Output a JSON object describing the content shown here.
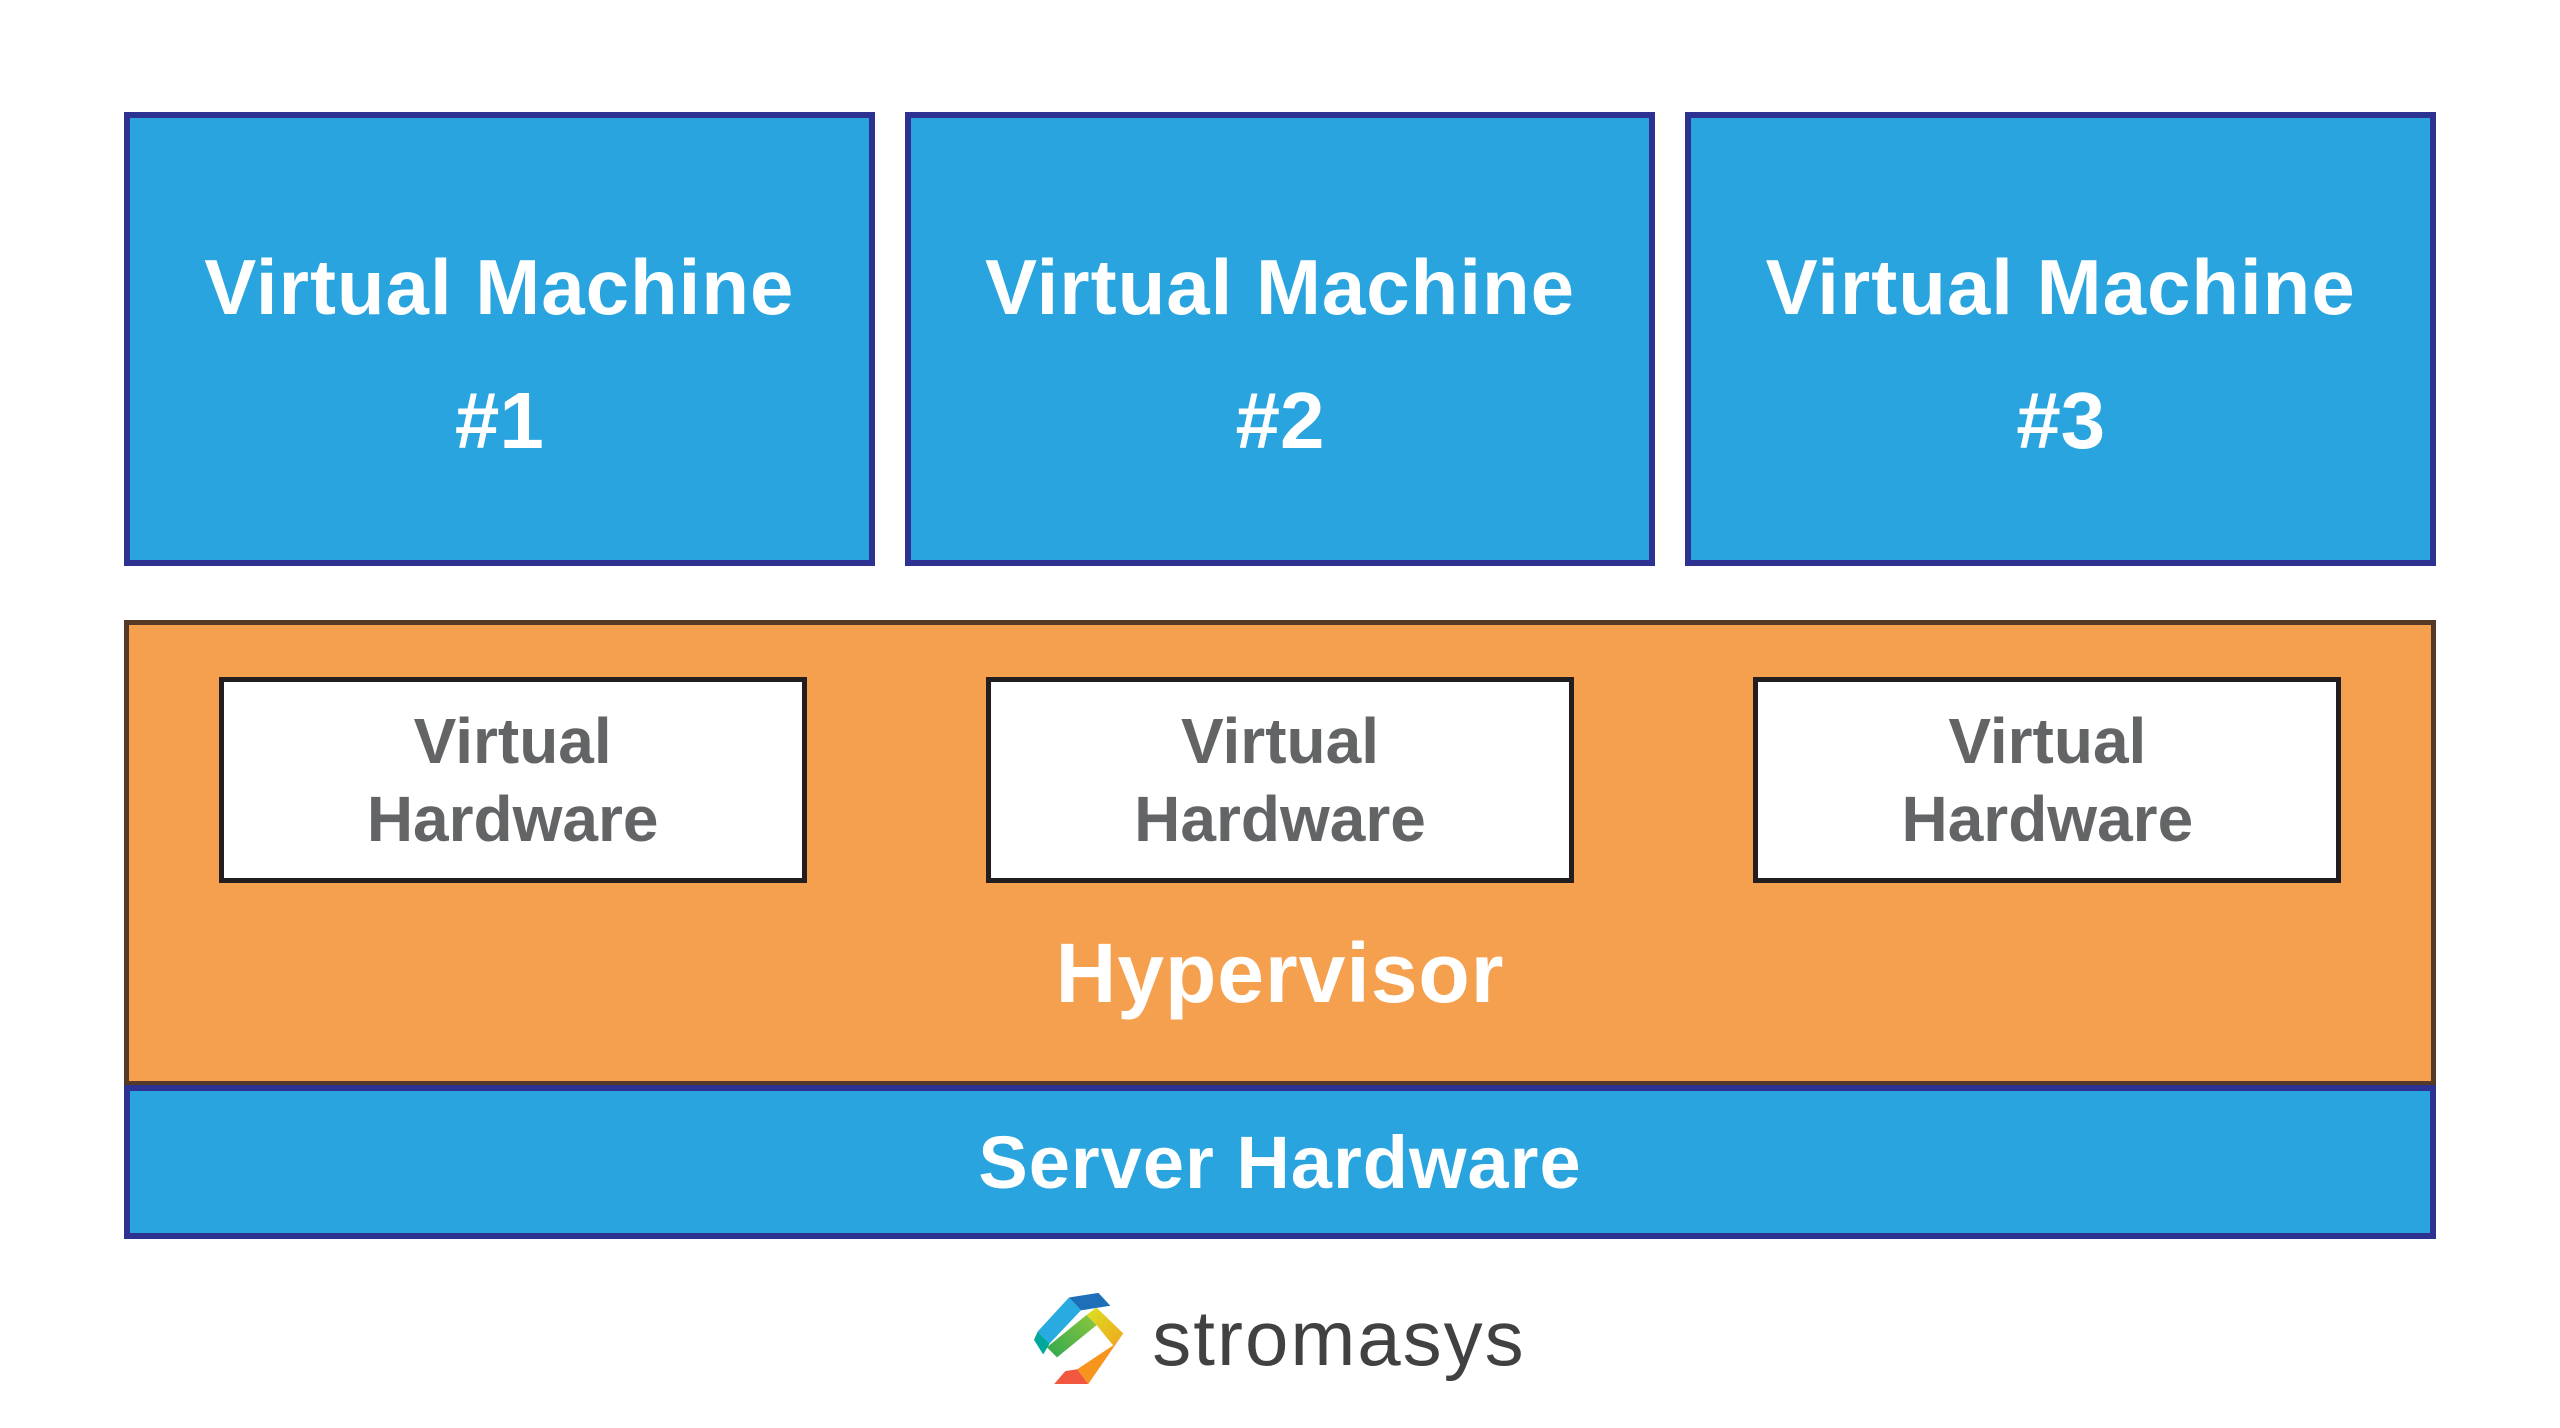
{
  "colors": {
    "vm_blue": "#29A4DE",
    "border_navy": "#2D3191",
    "hypervisor_orange": "#F4A04E",
    "hypervisor_border_brown": "#543A26",
    "box_border_dark": "#231F20",
    "hardware_text_gray": "#636466",
    "wordmark_gray": "#414042",
    "logo_dark_blue": "#1D70B7",
    "logo_light_blue": "#29ABE2",
    "logo_teal": "#00A79D",
    "logo_green": "#2FA84F",
    "logo_yellow_green": "#8DC63F",
    "logo_yellow": "#D9E021",
    "logo_gold": "#F2A71E",
    "logo_orange": "#F7941E",
    "logo_red": "#F1563F"
  },
  "vm_layer": {
    "boxes": [
      {
        "title": "Virtual Machine",
        "number": "#1"
      },
      {
        "title": "Virtual Machine",
        "number": "#2"
      },
      {
        "title": "Virtual Machine",
        "number": "#3"
      }
    ]
  },
  "hypervisor_layer": {
    "label": "Hypervisor",
    "virtual_hardware_boxes": [
      {
        "line1": "Virtual",
        "line2": "Hardware"
      },
      {
        "line1": "Virtual",
        "line2": "Hardware"
      },
      {
        "line1": "Virtual",
        "line2": "Hardware"
      }
    ]
  },
  "server_layer": {
    "label": "Server Hardware"
  },
  "footer": {
    "brand": "stromasys",
    "logo_icon": "stromasys-hexagon-s-mark"
  }
}
